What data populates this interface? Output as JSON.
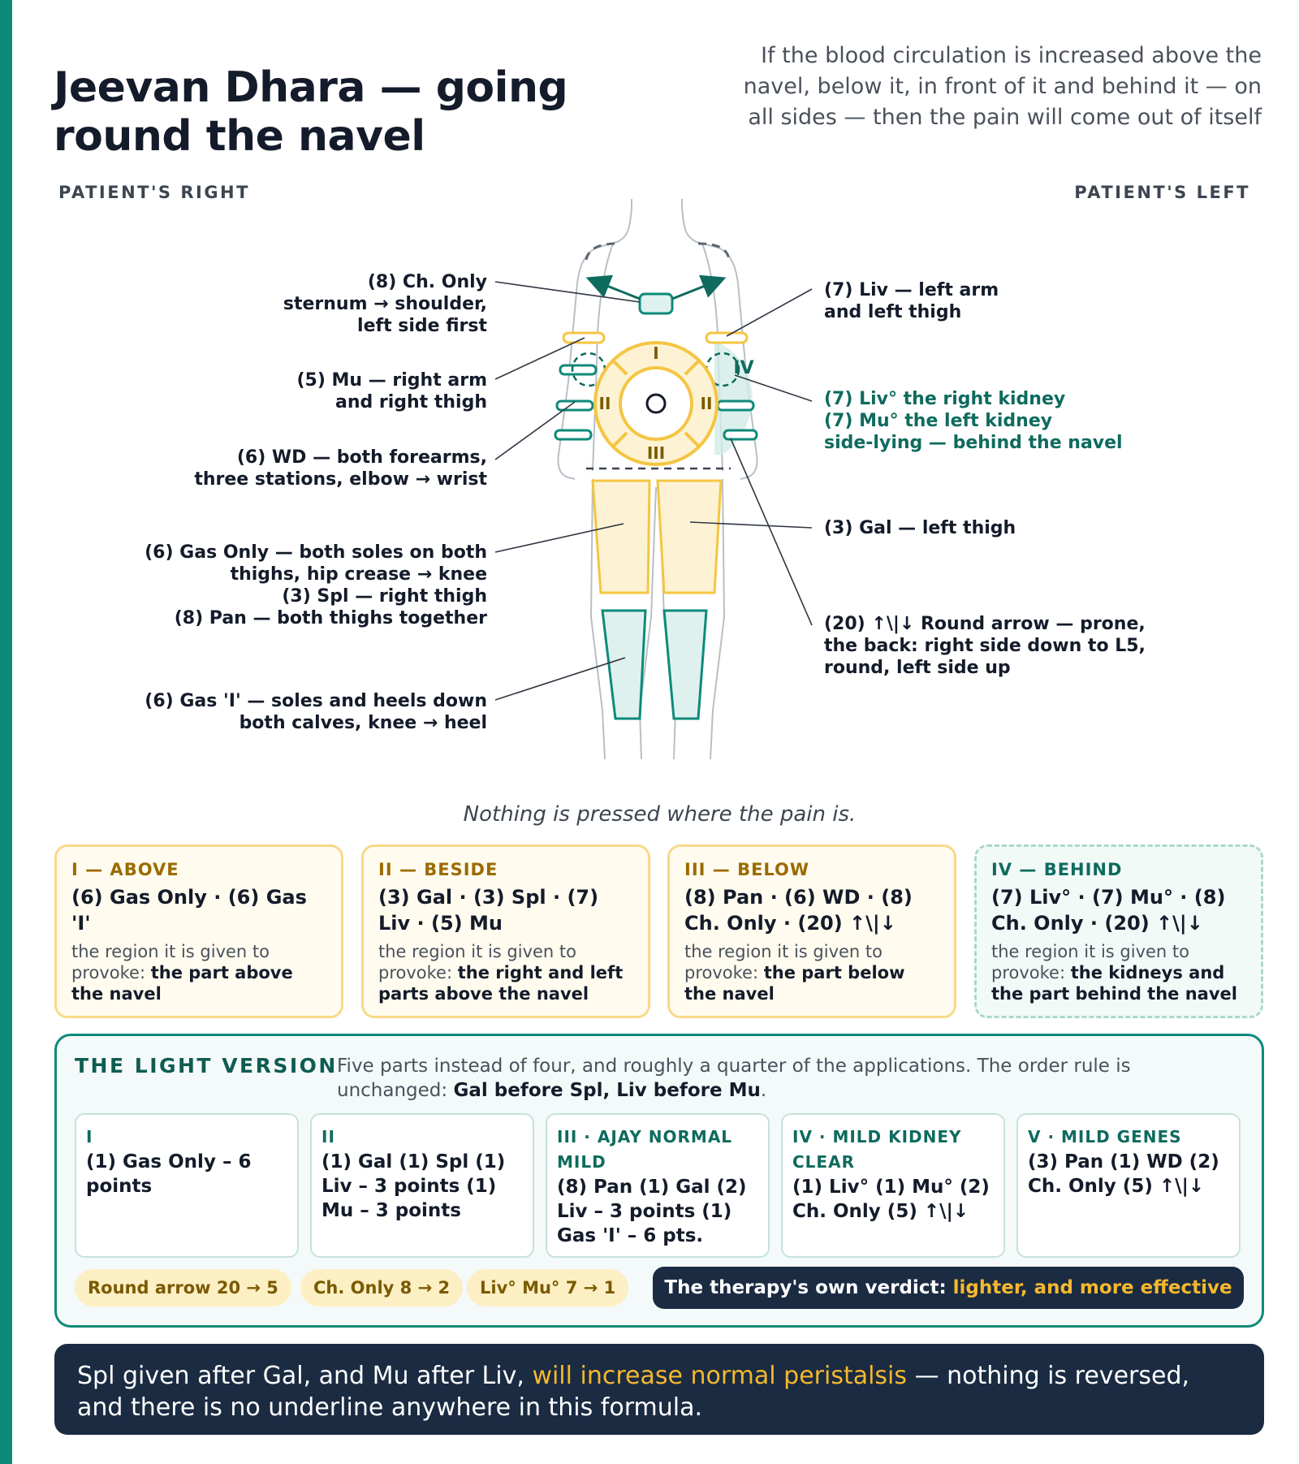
{
  "title": "Jeevan Dhara — going round the navel",
  "quote": "If the blood circulation is increased above the navel, below it, in front of it and behind it — on all sides — then the pain will come out of itself",
  "side_labels": {
    "right": "PATIENT'S RIGHT",
    "left": "PATIENT'S LEFT"
  },
  "figure": {
    "ring_labels": {
      "top": "I",
      "left": "II",
      "right": "II",
      "bottom": "III",
      "behind": "IV"
    }
  },
  "labels_left": [
    {
      "lines": [
        "(8) Ch. Only",
        "sternum → shoulder,",
        "left side first"
      ]
    },
    {
      "lines": [
        "(5) Mu — right arm",
        "and right thigh"
      ]
    },
    {
      "lines": [
        "(6) WD — both forearms,",
        "three stations, elbow → wrist"
      ]
    },
    {
      "lines": [
        "(6) Gas Only — both soles on both",
        "thighs, hip crease → knee",
        "(3) Spl — right thigh",
        "(8) Pan — both thighs together"
      ]
    },
    {
      "lines": [
        "(6) Gas 'I' — soles and heels down",
        "both calves, knee → heel"
      ]
    }
  ],
  "labels_right": [
    {
      "lines": [
        "(7) Liv — left arm",
        "and left thigh"
      ]
    },
    {
      "lines": [
        "(7) Liv° the right kidney",
        "(7) Mu° the left kidney",
        "side-lying — behind the navel"
      ]
    },
    {
      "lines": [
        "(3) Gal — left thigh"
      ]
    },
    {
      "lines": [
        "(20) ↑\\|↓ Round arrow — prone,",
        "the back: right side down to L5,",
        "round, left side up"
      ]
    }
  ],
  "caption": "Nothing is pressed where the pain is.",
  "regions": [
    {
      "head": "I — ABOVE",
      "points": "(6) Gas Only · (6) Gas 'I'",
      "desc_pre": "the region it is given to provoke: ",
      "desc_bold": "the part above the navel"
    },
    {
      "head": "II — BESIDE",
      "points": "(3) Gal · (3) Spl · (7) Liv · (5) Mu",
      "desc_pre": "the region it is given to provoke: ",
      "desc_bold": "the right and left parts above the navel"
    },
    {
      "head": "III — BELOW",
      "points": "(8) Pan · (6) WD · (8) Ch. Only · (20) ↑\\|↓",
      "desc_pre": "the region it is given to provoke: ",
      "desc_bold": "the part below the navel"
    },
    {
      "head": "IV — BEHIND",
      "points": "(7) Liv° · (7) Mu° · (8) Ch. Only · (20) ↑\\|↓",
      "desc_pre": "the region it is given to provoke: ",
      "desc_bold": "the kidneys and the part behind the navel"
    }
  ],
  "light": {
    "head": "THE LIGHT VERSION",
    "desc_pre": "Five parts instead of four, and roughly a quarter of the applications. The order rule is unchanged: ",
    "desc_bold": "Gal before Spl, Liv before Mu",
    "desc_post": ".",
    "cards": [
      {
        "head": "I",
        "body": "(1) Gas Only – 6 points"
      },
      {
        "head": "II",
        "body": "(1) Gal (1) Spl (1) Liv – 3 points (1) Mu – 3 points"
      },
      {
        "head": "III · AJAY NORMAL MILD",
        "body": "(8) Pan (1) Gal (2) Liv – 3 points (1) Gas 'I' – 6 pts."
      },
      {
        "head": "IV · MILD KIDNEY CLEAR",
        "body": "(1) Liv° (1) Mu° (2) Ch. Only (5) ↑\\|↓"
      },
      {
        "head": "V · MILD GENES",
        "body": "(3) Pan (1) WD (2) Ch. Only (5) ↑\\|↓"
      }
    ],
    "pills": [
      "Round arrow 20 → 5",
      "Ch. Only 8 → 2",
      "Liv° Mu° 7 → 1"
    ],
    "verdict_pre": "The therapy's own verdict: ",
    "verdict_hl": "lighter, and more effective"
  },
  "footer": {
    "pre": "Spl given after Gal, and Mu after Liv, ",
    "hl": "will increase normal peristalsis",
    "post": " — nothing is reversed, and there is no underline anywhere in this formula."
  },
  "colors": {
    "teal": "#0e8a7a",
    "amber": "#f5c542",
    "navy": "#1a2b42",
    "amber_fill": "#fdf3d4",
    "teal_fill": "#dff1ee"
  }
}
